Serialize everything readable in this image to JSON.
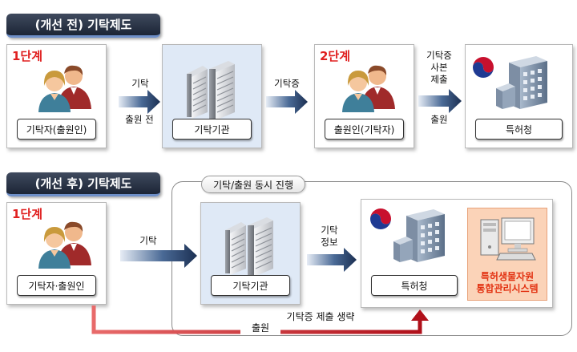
{
  "before": {
    "title": "(개선 전) 기탁제도",
    "step1": "1단계",
    "step2": "2단계",
    "depositor_label": "기탁자(출원인)",
    "arrow1_line1": "기탁",
    "arrow1_line2": "출원 전",
    "institution_label": "기탁기관",
    "arrow2_label": "기탁증",
    "applicant_label": "출원인(기탁자)",
    "arrow3_line1": "기탁증",
    "arrow3_line2": "사본",
    "arrow3_line3": "제출",
    "arrow3_line4": "출원",
    "kipo_label": "특허청"
  },
  "after": {
    "title": "(개선 후) 기탁제도",
    "step1": "1단계",
    "depositor_label": "기탁자·출원인",
    "arrow1_label": "기탁",
    "concurrent_label": "기탁/출원 동시 진행",
    "institution_label": "기탁기관",
    "arrow2_line1": "기탁",
    "arrow2_line2": "정보",
    "kipo_label": "특허청",
    "system_line1": "특허생물자원",
    "system_line2": "통합관리시스템",
    "omit_label": "기탁증 제출 생략",
    "apply_label": "출원"
  },
  "colors": {
    "step_red": "#e02020",
    "card_blue": "#dfe9f6",
    "system_bg": "#fbd3b8",
    "system_text": "#e23010",
    "title_bg": "#2a3446",
    "arrow_navy": "#1f3657",
    "apply_arrow_red": "#c8141a"
  },
  "icons": [
    "people-icon",
    "building-icon",
    "kipo-emblem-icon",
    "kipo-building-icon",
    "computer-icon"
  ]
}
